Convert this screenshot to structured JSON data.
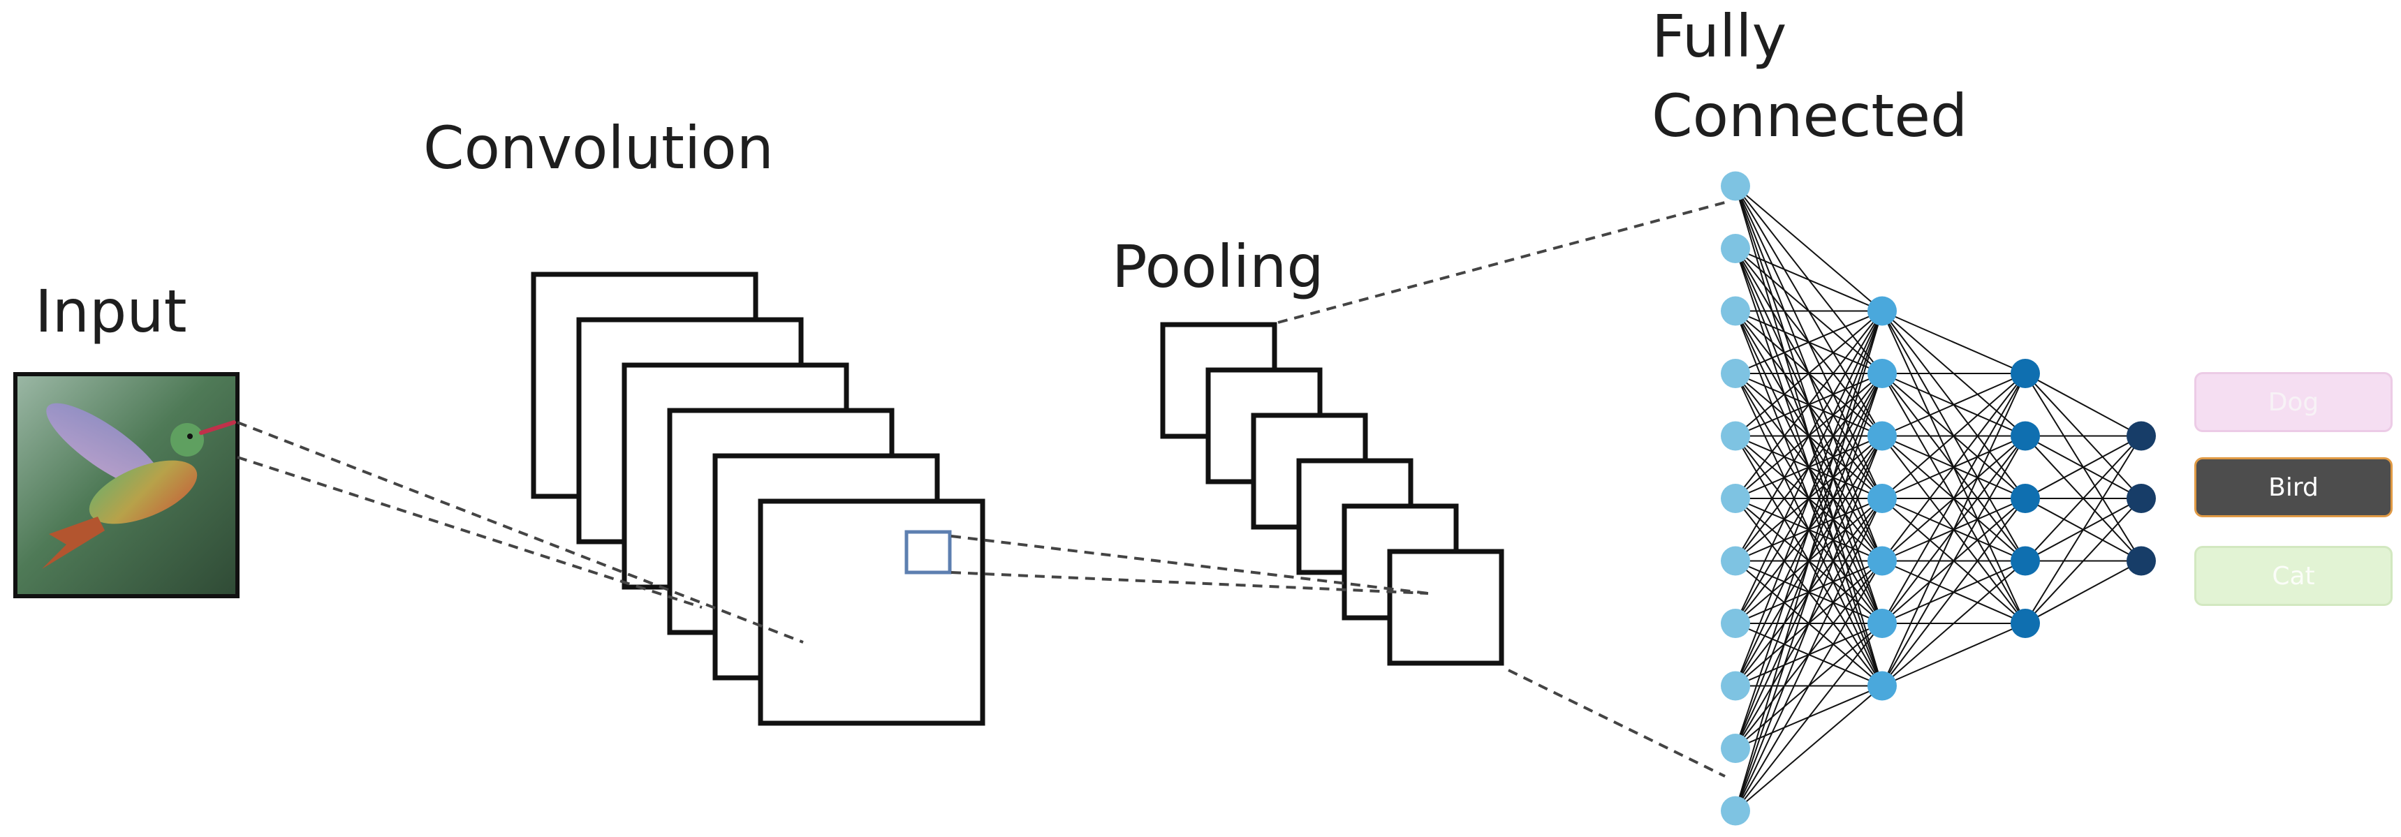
{
  "labels": {
    "input": "Input",
    "convolution": "Convolution",
    "pooling": "Pooling",
    "fully_connected_line1": "Fully",
    "fully_connected_line2": "Connected"
  },
  "input_image": {
    "subject": "hummingbird photo"
  },
  "network": {
    "layer_sizes": [
      11,
      7,
      5,
      3
    ],
    "layer_colors": [
      "#7ec3e2",
      "#4aa8dc",
      "#0f6fb0",
      "#173d68"
    ]
  },
  "outputs": [
    {
      "label": "Dog",
      "background": "#f5def2",
      "border": "#eccbe6",
      "text_color": "#f7f2f6",
      "state": "inactive"
    },
    {
      "label": "Bird",
      "background": "#4d4d4d",
      "border": "#e09a45",
      "text_color": "#ffffff",
      "state": "selected"
    },
    {
      "label": "Cat",
      "background": "#e2f3d4",
      "border": "#d2e8c0",
      "text_color": "#fbfdf8",
      "state": "inactive"
    }
  ]
}
